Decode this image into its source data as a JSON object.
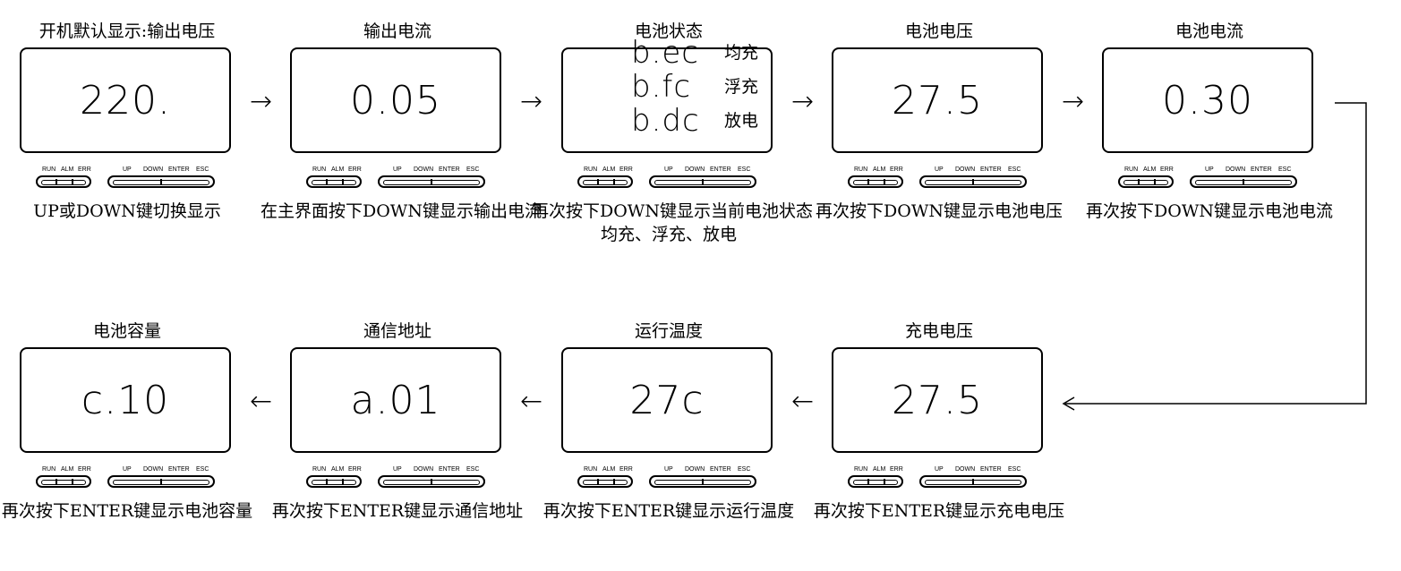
{
  "panels_top": [
    {
      "title": "开机默认显示:输出电压",
      "value": "220.",
      "caption": "UP或DOWN键切换显示"
    },
    {
      "title": "输出电流",
      "value": "0.05",
      "caption": "在主界面按下DOWN键显示输出电流"
    },
    {
      "title": "电池状态",
      "states": [
        {
          "code": "b.ec",
          "label": "均充"
        },
        {
          "code": "b.fc",
          "label": "浮充"
        },
        {
          "code": "b.dc",
          "label": "放电"
        }
      ],
      "caption": "再次按下DOWN键显示当前电池状态",
      "caption2": "均充、浮充、放电"
    },
    {
      "title": "电池电压",
      "value": "27.5",
      "caption": "再次按下DOWN键显示电池电压"
    },
    {
      "title": "电池电流",
      "value": "0.30",
      "caption": "再次按下DOWN键显示电池电流"
    }
  ],
  "panels_bottom": [
    {
      "title": "电池容量",
      "value": "c.10",
      "caption": "再次按下ENTER键显示电池容量"
    },
    {
      "title": "通信地址",
      "value": "a.01",
      "caption": "再次按下ENTER键显示通信地址"
    },
    {
      "title": "运行温度",
      "value": "27c",
      "caption": "再次按下ENTER键显示运行温度"
    },
    {
      "title": "充电电压",
      "value": "27.5",
      "caption": "再次按下ENTER键显示充电电压"
    }
  ],
  "keypad": {
    "leds": [
      "RUN",
      "ALM",
      "ERR"
    ],
    "keys": [
      "UP",
      "DOWN",
      "ENTER",
      "ESC"
    ]
  },
  "arrows": {
    "right": "→",
    "left": "←"
  }
}
